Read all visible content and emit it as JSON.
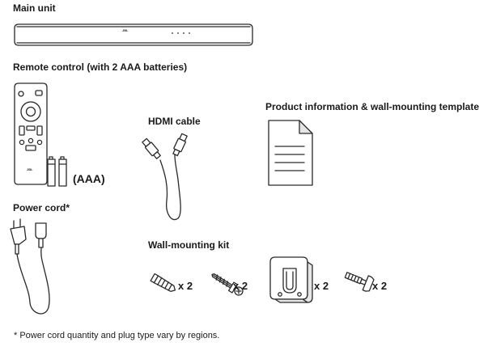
{
  "main_unit": {
    "label": "Main unit",
    "logo": "JBL"
  },
  "remote": {
    "label": "Remote control (with 2 AAA batteries)",
    "logo": "JBL",
    "battery_text": "(AAA)"
  },
  "hdmi": {
    "label": "HDMI cable"
  },
  "product_info": {
    "label": "Product information & wall-mounting template"
  },
  "power_cord": {
    "label": "Power cord*"
  },
  "wall_kit": {
    "label": "Wall-mounting kit",
    "items": [
      {
        "icon": "wall-anchor-icon",
        "qty": "x 2"
      },
      {
        "icon": "screw-icon",
        "qty": "x 2"
      },
      {
        "icon": "mounting-bracket-icon",
        "qty": "x 2"
      },
      {
        "icon": "bracket-screw-icon",
        "qty": "x 2"
      }
    ]
  },
  "footnote": "* Power cord quantity and plug type vary by regions."
}
